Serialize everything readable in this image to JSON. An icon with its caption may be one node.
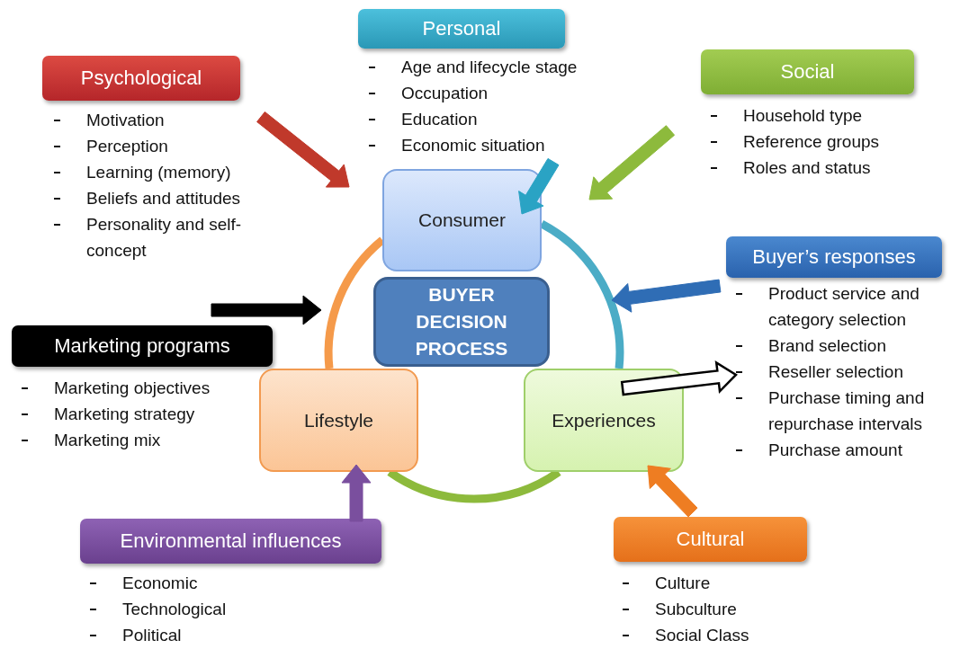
{
  "diagram": {
    "nodes": [
      {
        "text": [
          "Personal"
        ],
        "beside": [
          "Age and lifecycle stage",
          "Occupation",
          "Education",
          "Economic situation"
        ]
      },
      {
        "text": [
          "Psychological"
        ],
        "beside": [
          "Motivation",
          "Perception",
          "Learning (memory)",
          "Beliefs and attitudes",
          "Personality and self-concept"
        ]
      },
      {
        "text": [
          "Social"
        ],
        "beside": [
          "Household type",
          "Reference groups",
          "Roles and status"
        ]
      },
      {
        "text": [
          "Consumer"
        ]
      },
      {
        "text": [
          "Buyer’s responses"
        ],
        "beside": [
          "Product service and category selection",
          "Brand selection",
          "Reseller selection",
          "Purchase timing and repurchase intervals",
          "Purchase amount"
        ]
      },
      {
        "text": [
          "BUYER DECISION PROCESS"
        ]
      },
      {
        "text": [
          "Marketing programs"
        ],
        "beside": [
          "Marketing objectives",
          "Marketing strategy",
          "Marketing mix"
        ]
      },
      {
        "text": [
          "Lifestyle"
        ]
      },
      {
        "text": [
          "Experiences"
        ]
      },
      {
        "text": [
          "Environmental influences"
        ],
        "beside": [
          "Economic",
          "Technological",
          "Political"
        ]
      },
      {
        "text": [
          "Cultural"
        ],
        "beside": [
          "Culture",
          "Subculture",
          "Social Class"
        ]
      }
    ],
    "edges": [
      {
        "from": 1,
        "to": 3,
        "arrow": "to",
        "color": "#c0392b"
      },
      {
        "from": 0,
        "to": 3,
        "arrow": "to",
        "color": "#2aa3c4"
      },
      {
        "from": 2,
        "to": 3,
        "arrow": "to",
        "color": "#8dba3c"
      },
      {
        "from": 4,
        "to": null,
        "arrow": "to",
        "color": "#2f6db5"
      },
      {
        "from": 6,
        "to": null,
        "arrow": "to",
        "color": "#000000"
      },
      {
        "from": 9,
        "to": 7,
        "arrow": "to",
        "color": "#7a4f9e"
      },
      {
        "from": 10,
        "to": 8,
        "arrow": "to",
        "color": "#ee7d22"
      },
      {
        "from": 8,
        "to": null,
        "arrow": "to",
        "color": "#ffffff"
      },
      {
        "from": 3,
        "to": 7,
        "arrow": "none",
        "color": "#f59a4a"
      },
      {
        "from": 3,
        "to": 8,
        "arrow": "none",
        "color": "#4bacc6"
      },
      {
        "from": 7,
        "to": 8,
        "arrow": "none",
        "color": "#8dba3c"
      }
    ]
  }
}
